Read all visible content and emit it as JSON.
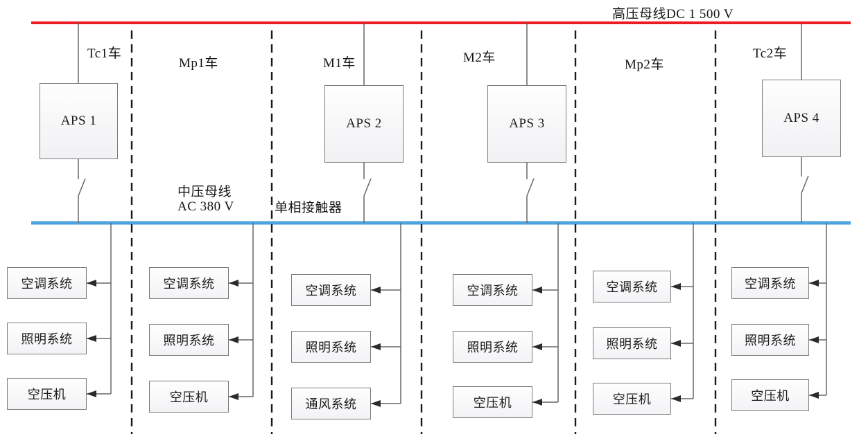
{
  "buses": {
    "hv_label": "高压母线DC 1 500 V",
    "mv_label_line1": "中压母线",
    "mv_label_line2": "AC 380 V",
    "contactor_label": "单相接触器"
  },
  "colors": {
    "hv_bus": "#ed1c24",
    "mv_bus": "#4ca3df",
    "wire": "#666666",
    "separator": "#1a1a1a"
  },
  "cars": [
    {
      "label": "Tc1车",
      "aps": "APS 1",
      "loads": [
        "空调系统",
        "照明系统",
        "空压机"
      ]
    },
    {
      "label": "Mp1车",
      "aps": null,
      "loads": [
        "空调系统",
        "照明系统",
        "空压机"
      ]
    },
    {
      "label": "M1车",
      "aps": "APS 2",
      "loads": [
        "空调系统",
        "照明系统",
        "通风系统"
      ]
    },
    {
      "label": "M2车",
      "aps": "APS 3",
      "loads": [
        "空调系统",
        "照明系统",
        "空压机"
      ]
    },
    {
      "label": "Mp2车",
      "aps": null,
      "loads": [
        "空调系统",
        "照明系统",
        "空压机"
      ]
    },
    {
      "label": "Tc2车",
      "aps": "APS 4",
      "loads": [
        "空调系统",
        "照明系统",
        "空压机"
      ]
    }
  ]
}
